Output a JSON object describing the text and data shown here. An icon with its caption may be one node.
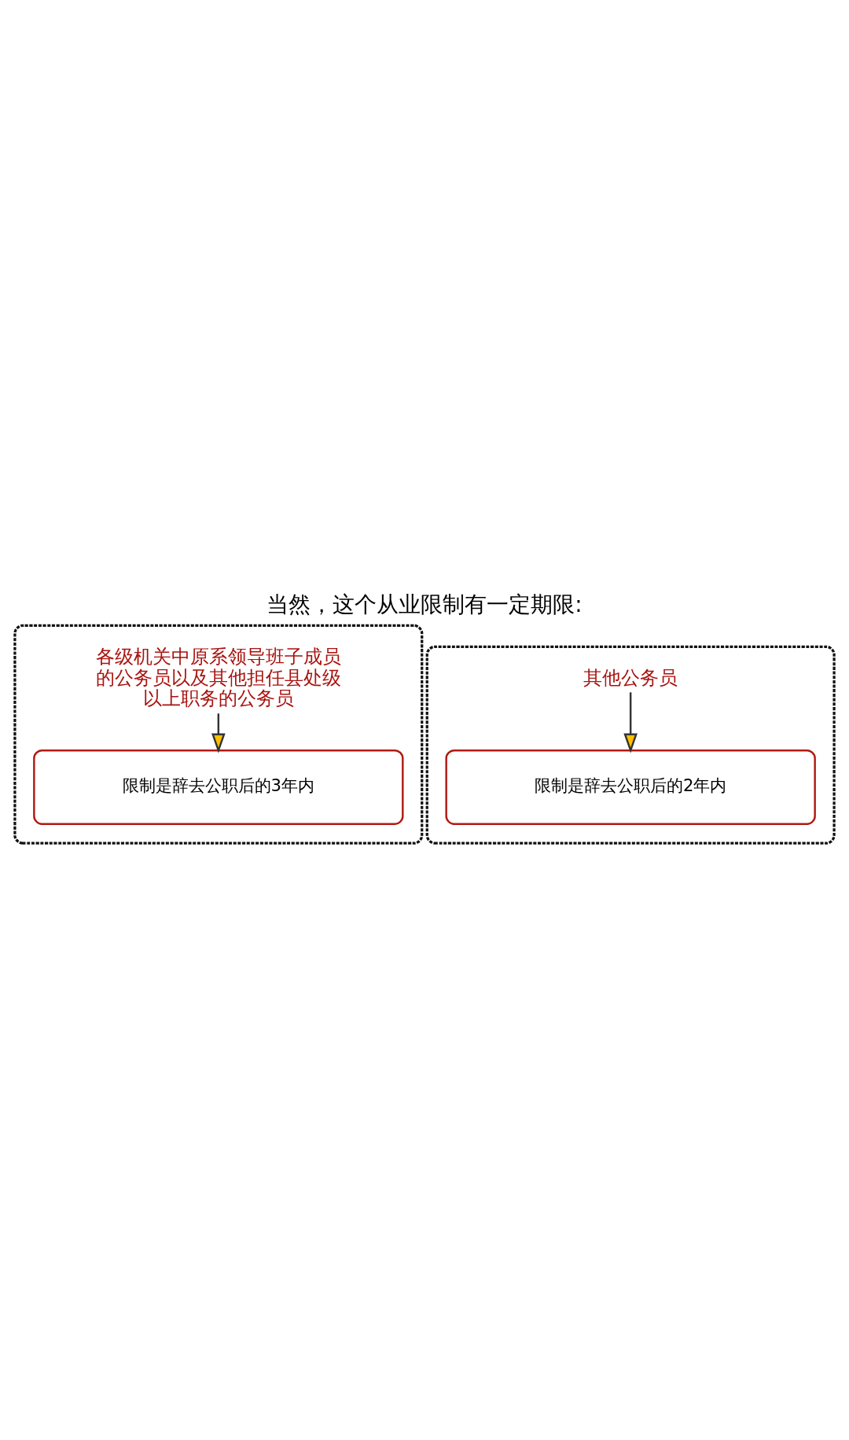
{
  "diagram": {
    "title": "当然，这个从业限制有一定期限:",
    "nodes": [
      {
        "text": [],
        "shape": "box"
      },
      {
        "text": [
          "各级机关中原系领导班子成员的公务员以及其他担任县处级以上职务的公务员"
        ],
        "in": 0
      },
      {
        "text": [
          "限制是辞去公职后的3年内"
        ],
        "in": 0
      },
      {
        "text": [],
        "shape": "box"
      },
      {
        "text": [
          "其他公务员"
        ],
        "in": 3
      },
      {
        "text": [
          "限制是辞去公职后的2年内"
        ],
        "in": 3
      }
    ],
    "edges": [
      {
        "from": 1,
        "to": 2,
        "arrow": "to"
      },
      {
        "from": 4,
        "to": 5,
        "arrow": "to"
      }
    ]
  }
}
